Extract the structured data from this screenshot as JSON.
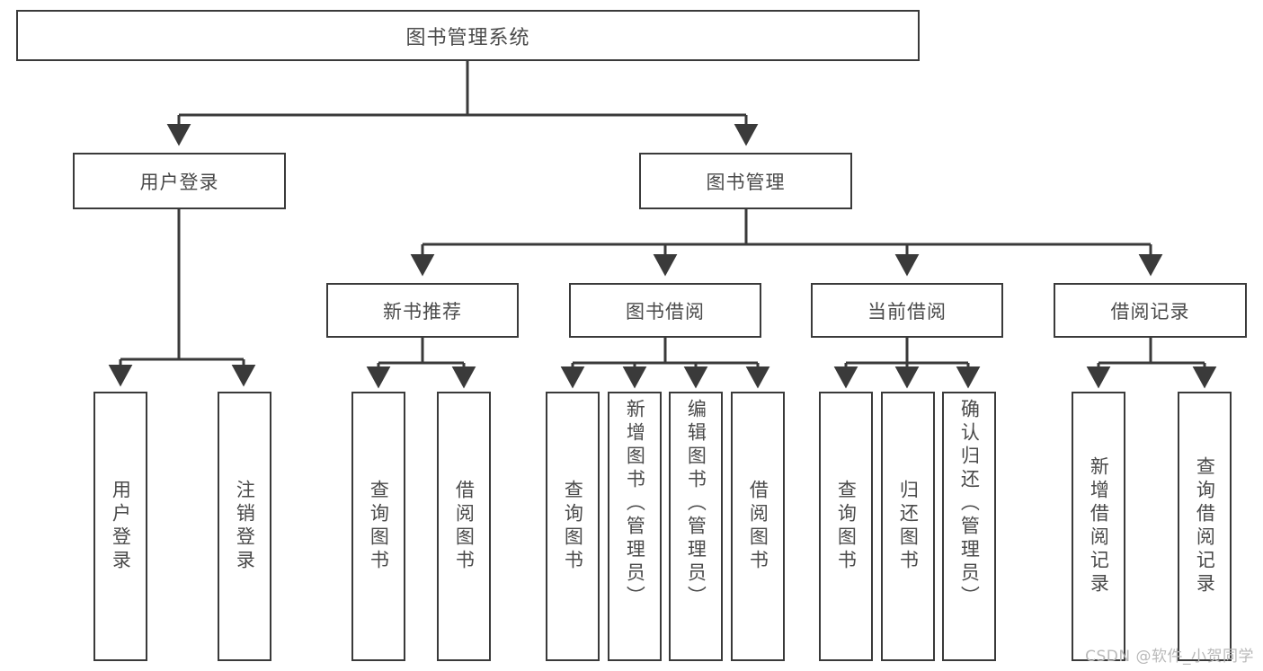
{
  "diagram": {
    "type": "tree",
    "title": "图书管理系统",
    "root": {
      "label": "图书管理系统"
    },
    "level2": [
      {
        "label": "用户登录"
      },
      {
        "label": "图书管理"
      }
    ],
    "level3": [
      {
        "label": "新书推荐"
      },
      {
        "label": "图书借阅"
      },
      {
        "label": "当前借阅"
      },
      {
        "label": "借阅记录"
      }
    ],
    "leaves": {
      "user_login": [
        {
          "label": "用户登录"
        },
        {
          "label": "注销登录"
        }
      ],
      "new_book_recommend": [
        {
          "label": "查询图书"
        },
        {
          "label": "借阅图书"
        }
      ],
      "book_borrow": [
        {
          "label": "查询图书"
        },
        {
          "label": "新增图书（管理员）"
        },
        {
          "label": "编辑图书（管理员）"
        },
        {
          "label": "借阅图书"
        }
      ],
      "current_borrow": [
        {
          "label": "查询图书"
        },
        {
          "label": "归还图书"
        },
        {
          "label": "确认归还（管理员）"
        }
      ],
      "borrow_record": [
        {
          "label": "新增借阅记录"
        },
        {
          "label": "查询借阅记录"
        }
      ]
    }
  },
  "watermark": {
    "text": "CSDN @软件_小贺同学"
  },
  "colors": {
    "border": "#3a3a3a",
    "text": "#4a4a4a",
    "background": "#ffffff",
    "watermark": "#b9b9b9"
  }
}
